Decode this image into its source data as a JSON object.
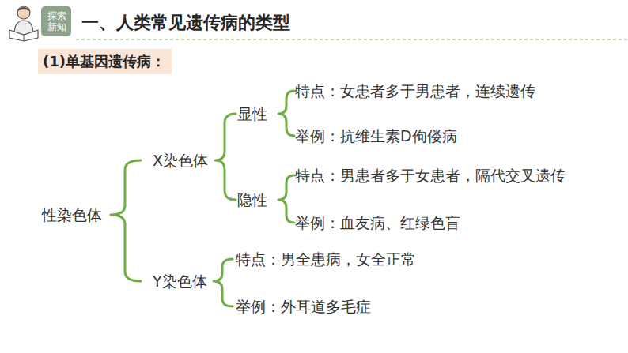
{
  "diagram": {
    "title": "一、人类常见遗传病的类型",
    "nodes": [
      {
        "text": [
          "(1)单基因遗传病："
        ]
      }
    ],
    "labels": [
      "探索新知",
      "性染色体",
      "X染色体",
      "显性",
      "特点：女患者多于男患者，连续遗传",
      "举例：抗维生素D佝偻病",
      "隐性",
      "特点：男患者多于女患者，隔代交叉遗传",
      "举例：血友病、红绿色盲",
      "Y染色体",
      "特点：男全患病，女全正常",
      "举例：外耳道多毛症"
    ]
  }
}
